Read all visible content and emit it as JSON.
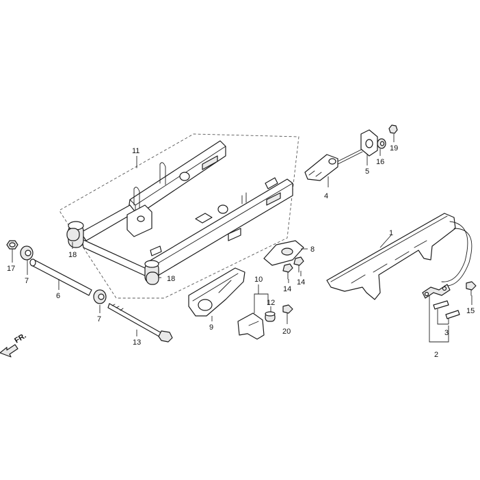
{
  "diagram": {
    "direction_marker": "FR.",
    "callouts": {
      "c1": "1",
      "c2": "2",
      "c3": "3",
      "c4": "4",
      "c5": "5",
      "c6": "6",
      "c7a": "7",
      "c7b": "7",
      "c8": "8",
      "c9": "9",
      "c10": "10",
      "c11": "11",
      "c12": "12",
      "c13": "13",
      "c14a": "14",
      "c14b": "14",
      "c15": "15",
      "c16": "16",
      "c17": "17",
      "c18a": "18",
      "c18b": "18",
      "c19": "19",
      "c20": "20"
    }
  }
}
